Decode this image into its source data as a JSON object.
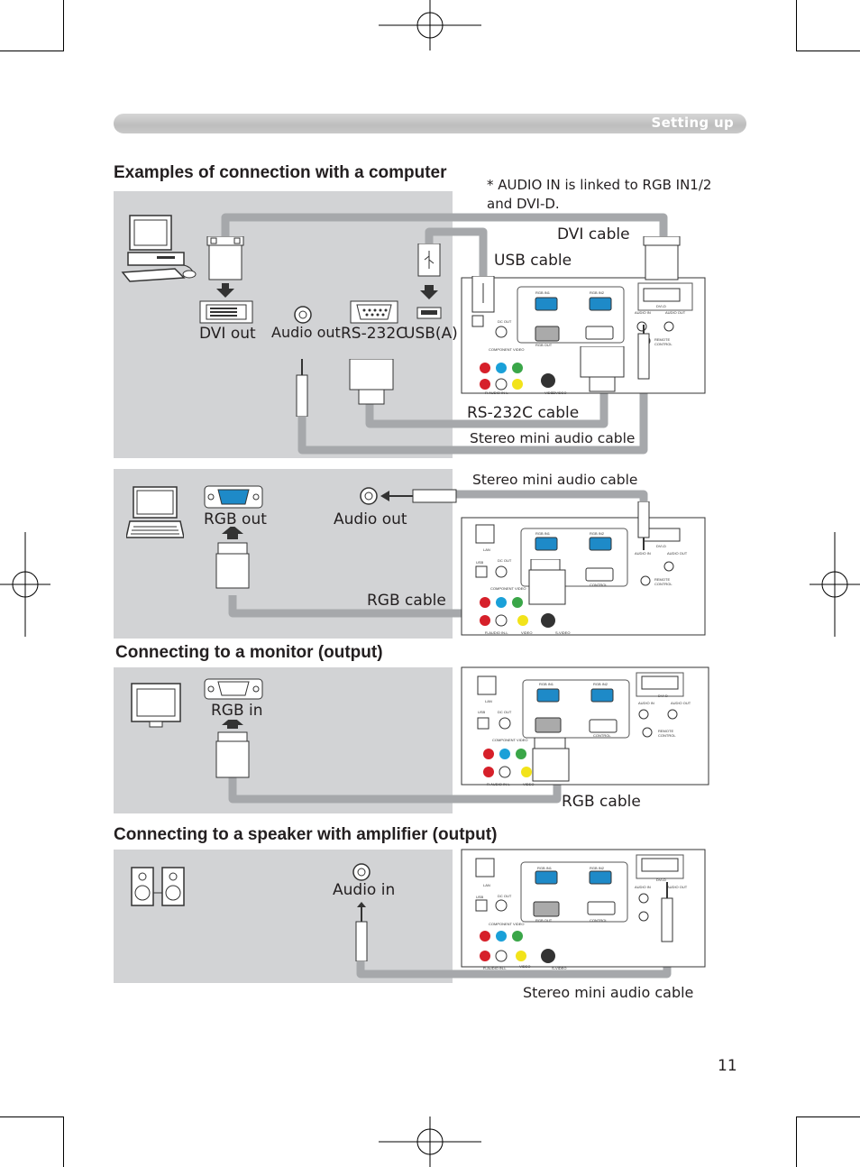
{
  "header": {
    "section_label": "Setting up"
  },
  "page_number": "11",
  "sections": {
    "computer": {
      "title": "Examples of connection with a computer",
      "note_line1": "* AUDIO IN  is linked to  RGB IN1/2",
      "note_line2": "and DVI-D.",
      "labels": {
        "dvi_out": "DVI out",
        "audio_out": "Audio out",
        "rs232c": "RS-232C",
        "usb_a": "USB(A)",
        "dvi_cable": "DVI cable",
        "usb_cable": "USB cable",
        "rs232c_cable": "RS-232C cable",
        "stereo_cable": "Stereo mini audio cable"
      }
    },
    "laptop": {
      "labels": {
        "stereo_cable": "Stereo mini audio cable",
        "rgb_out": "RGB out",
        "audio_out": "Audio out",
        "rgb_cable": "RGB cable"
      }
    },
    "monitor": {
      "title": "Connecting to a monitor (output)",
      "labels": {
        "rgb_in": "RGB in",
        "rgb_cable": "RGB cable"
      }
    },
    "speaker": {
      "title": "Connecting to a speaker with amplifier (output)",
      "labels": {
        "audio_in": "Audio in",
        "stereo_cable": "Stereo mini audio cable"
      }
    }
  },
  "projector_panel": {
    "rgb_in1": "RGB IN1",
    "rgb_in2": "RGB IN2",
    "rgb_out": "RGB OUT",
    "control": "CONTROL",
    "dvi_d": "DVI-D",
    "audio_in": "AUDIO IN",
    "audio_out": "AUDIO OUT",
    "remote": "REMOTE",
    "remote2": "CONTROL",
    "lan": "LAN",
    "usb": "USB",
    "dc_out": "DC OUT",
    "component_video": "COMPONENT VIDEO",
    "r_audio_in_l": "R-AUDIO IN-L",
    "video": "VIDEO",
    "s_video": "S-VIDEO"
  },
  "colors": {
    "panel_gray": "#d2d3d5",
    "cable_gray": "#a6a8ab",
    "header_bar": "#c8c8c8",
    "port_blue": "#1e8ac8",
    "jack_red": "#d6202a",
    "jack_yellow": "#f2e31a",
    "jack_green": "#3aa648",
    "jack_cyan": "#1aa0d8"
  }
}
